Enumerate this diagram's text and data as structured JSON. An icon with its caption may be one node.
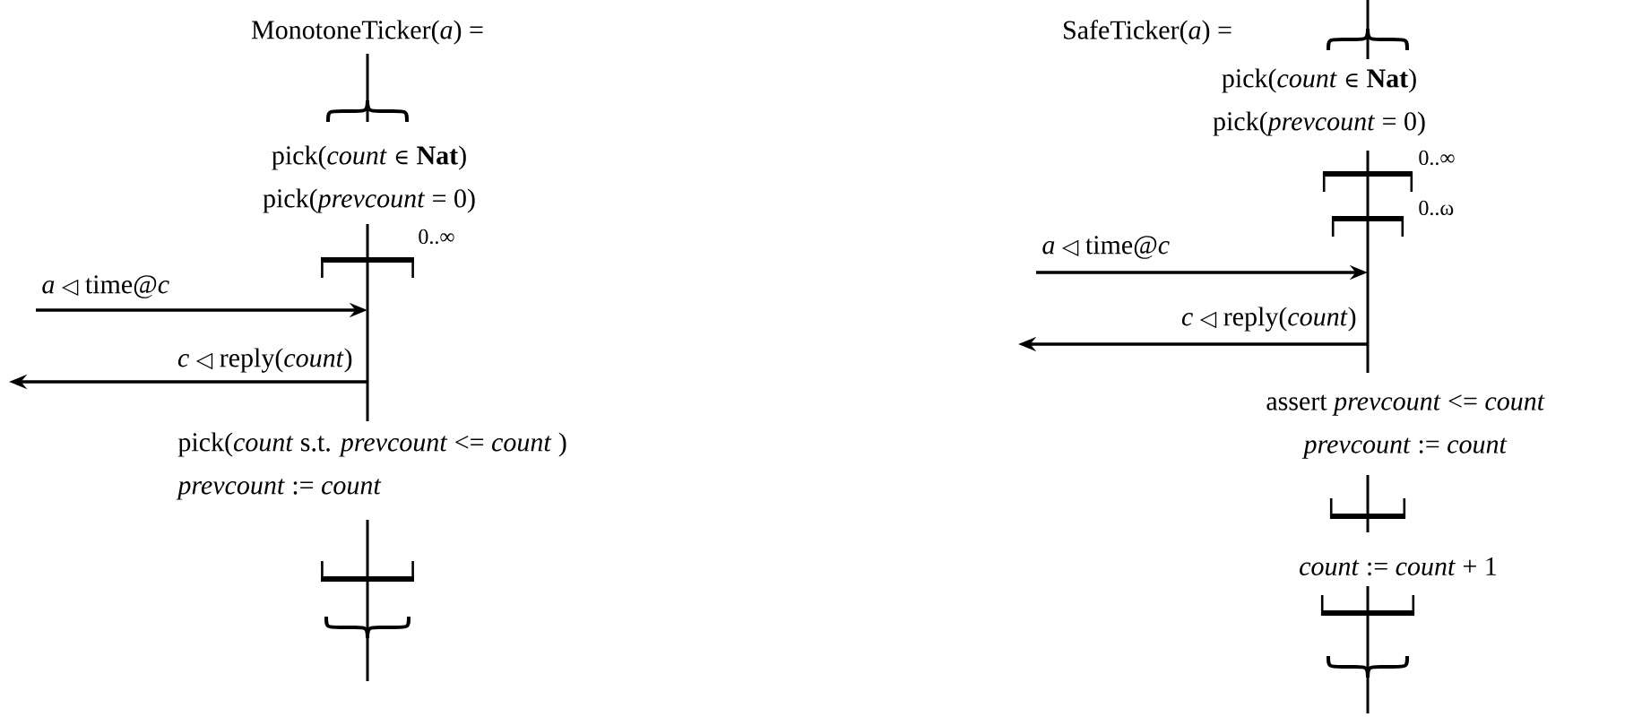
{
  "diagram": {
    "nodes": [
      {
        "text": [
          "MonotoneTicker(*a*) ="
        ]
      },
      {
        "text": [],
        "shape": "bar"
      },
      {
        "text": [
          "pick(*count* ∈ **Nat**)",
          "pick(*prevcount* = 0)"
        ]
      },
      {
        "text": [],
        "shape": "bar",
        "beside": [
          "0..∞"
        ]
      },
      {
        "text": [
          "pick(*count* s.t. *prevcount* <= *count* )",
          "*prevcount* := *count*"
        ]
      },
      {
        "text": [],
        "shape": "bar"
      },
      {
        "text": [
          "SafeTicker(*a*) ="
        ]
      },
      {
        "text": [],
        "shape": "bar"
      },
      {
        "text": [
          "pick(*count* ∈ **Nat**)",
          "pick(*prevcount* = 0)"
        ]
      },
      {
        "text": [],
        "shape": "bar",
        "beside": [
          "0..∞",
          "0..ω"
        ]
      },
      {
        "text": [
          "assert *prevcount* <= *count*",
          "*prevcount* := *count*"
        ]
      },
      {
        "text": [],
        "shape": "bar"
      },
      {
        "text": [
          "*count* := *count* + 1"
        ]
      },
      {
        "text": [],
        "shape": "bar"
      }
    ],
    "edges": [
      {
        "from": null,
        "to": 3,
        "arrow": "to",
        "label": "*a* ◁ time@*c*"
      },
      {
        "from": 3,
        "to": null,
        "arrow": "to",
        "label": "*c* ◁ reply(*count*)"
      },
      {
        "from": null,
        "to": 9,
        "arrow": "to",
        "label": "*a* ◁ time@*c*"
      },
      {
        "from": 9,
        "to": null,
        "arrow": "to",
        "label": "*c* ◁ reply(*count*)"
      }
    ]
  }
}
